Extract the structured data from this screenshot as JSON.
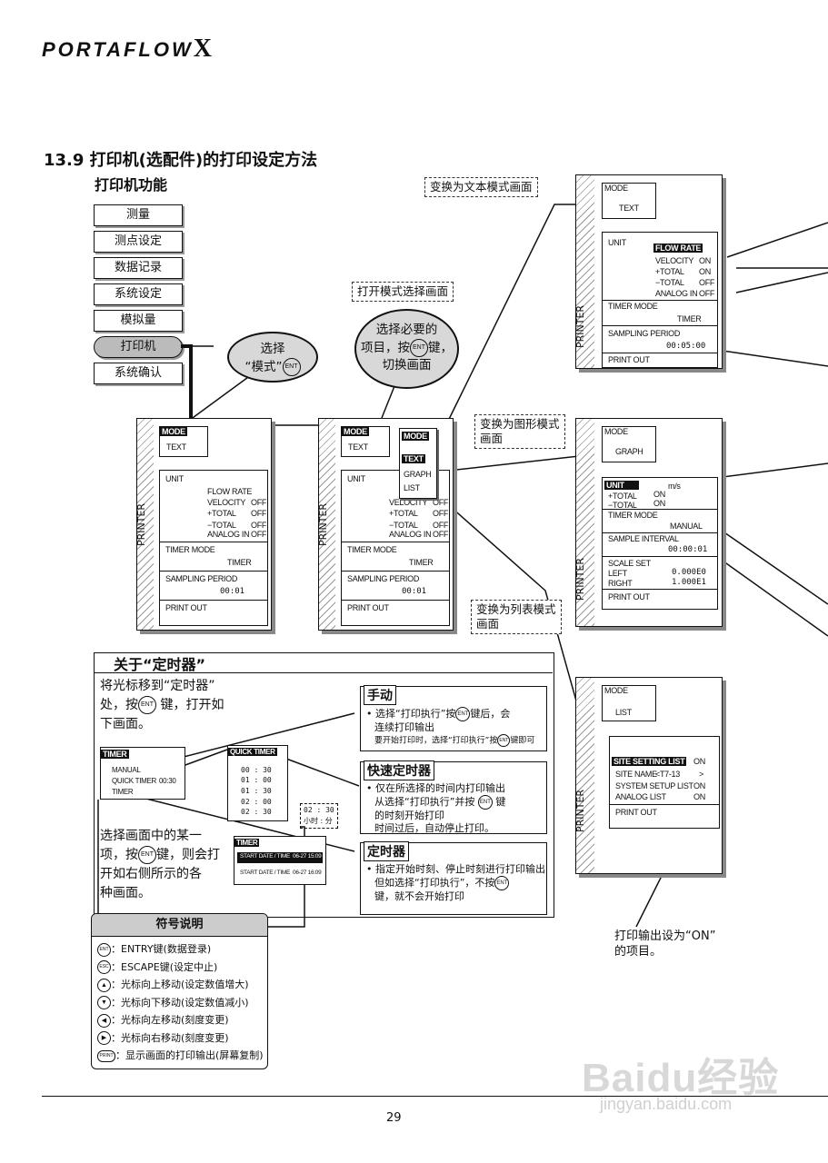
{
  "header": {
    "logo": "PORTAFLOW",
    "logo_x": "X"
  },
  "section": {
    "title": "13.9  打印机(选配件)的打印设定方法",
    "subtitle": "打印机功能"
  },
  "menu": [
    "测量",
    "测点设定",
    "数据记录",
    "系统设定",
    "模拟量",
    "打印机",
    "系统确认"
  ],
  "callouts": {
    "select_mode_1": "选择",
    "select_mode_2": "“模式”",
    "open_mode_select": "打开模式选择画面",
    "select_item_1": "选择必要的",
    "select_item_2": "项目，按",
    "select_item_3": "键，",
    "select_item_4": "切换画面",
    "to_text": "变换为文本模式画面",
    "to_graph_1": "变换为图形模式",
    "to_graph_2": "画面",
    "to_list_1": "变换为列表模式",
    "to_list_2": "画面",
    "print_on_1": "打印输出设为“ON”",
    "print_on_2": "的项目。"
  },
  "keys": {
    "ent": "ENT",
    "esc": "ESC",
    "print": "PRINT"
  },
  "printer_screen": {
    "side": "PRINTER",
    "mode": "MODE",
    "text": "TEXT",
    "unit": "UNIT",
    "flow_rate": "FLOW RATE",
    "velocity": "VELOCITY",
    "plus_total": "+TOTAL",
    "minus_total": "−TOTAL",
    "analog_in": "ANALOG IN",
    "off": "OFF",
    "on": "ON",
    "timer_mode": "TIMER MODE",
    "timer": "TIMER",
    "sampling_period": "SAMPLING PERIOD",
    "period_short": "00:01",
    "period_long": "00:05:00",
    "print_out": "PRINT OUT",
    "popup": [
      "MODE",
      "TEXT",
      "GRAPH",
      "LIST"
    ]
  },
  "graph_screen": {
    "mode": "MODE",
    "graph": "GRAPH",
    "unit": "UNIT",
    "unit_val": "m/s",
    "plus_total": "+TOTAL",
    "minus_total": "−TOTAL",
    "on": "ON",
    "timer_mode": "TIMER MODE",
    "manual": "MANUAL",
    "sample_interval": "SAMPLE INTERVAL",
    "interval": "00:00:01",
    "scale_set": "SCALE SET",
    "left": "LEFT",
    "left_val": "0.000E0",
    "right": "RIGHT",
    "right_val": "1.000E1",
    "print_out": "PRINT OUT"
  },
  "list_screen": {
    "mode": "MODE",
    "list": "LIST",
    "site_setting_list": "SITE SETTING LIST",
    "site_name": "SITE NAME",
    "site_name_val": "<T7-13",
    "arrow": ">",
    "system_setup_list": "SYSTEM SETUP LIST",
    "analog_list": "ANALOG LIST",
    "on": "ON",
    "print_out": "PRINT OUT"
  },
  "timer_section": {
    "title": "关于“定时器”",
    "intro_1": "将光标移到“定时器”",
    "intro_2": "处，按",
    "intro_3": "键，打开如",
    "intro_4": "下画面。",
    "timer_box": {
      "title": "TIMER",
      "manual": "MANUAL",
      "quick": "QUICK TIMER",
      "quick_val": "00:30",
      "timer": "TIMER"
    },
    "quick_box": {
      "title": "QUICK TIMER",
      "values": [
        "00 : 30",
        "01 : 00",
        "01 : 30",
        "02 : 00",
        "02 : 30"
      ],
      "note_val": "02 : 30",
      "note_unit": "小时 : 分"
    },
    "timer2_box": {
      "title": "TIMER",
      "row1_label": "START DATE / TIME",
      "row1_val": "06-27  15:09",
      "row2_label": "START DATE / TIME",
      "row2_val": "06-27  16:09"
    },
    "select_1": "选择画面中的某一",
    "select_2": "项，按",
    "select_3": "键，则会打",
    "select_4": "开如右侧所示的各",
    "select_5": "种画面。",
    "manual": {
      "title": "手动",
      "line1a": "选择“打印执行”按",
      "line1b": "键后，会",
      "line2": "连续打印输出",
      "line3a": "要开始打印时，选择“打印执行”按",
      "line3b": "键即可"
    },
    "quick": {
      "title": "快速定时器",
      "line1": "仅在所选择的时间内打印输出",
      "line2a": "从选择“打印执行”并按",
      "line2b": "键",
      "line3": "的时刻开始打印",
      "line4": "时间过后，自动停止打印。"
    },
    "timer": {
      "title": "定时器",
      "line1": "指定开始时刻、停止时刻进行打印输出",
      "line2a": "但如选择“打印执行”，不按",
      "line3": "键，就不会开始打印"
    }
  },
  "legend": {
    "title": "符号说明",
    "items": [
      {
        "key": "ENT",
        "text": "：ENTRY键(数据登录)"
      },
      {
        "key": "ESC",
        "text": "：ESCAPE键(设定中止)"
      },
      {
        "key": "▲",
        "text": "：光标向上移动(设定数值增大)"
      },
      {
        "key": "▼",
        "text": "：光标向下移动(设定数值减小)"
      },
      {
        "key": "◀",
        "text": "：光标向左移动(刻度变更)"
      },
      {
        "key": "▶",
        "text": "：光标向右移动(刻度变更)"
      },
      {
        "key": "PRINT",
        "text": "：显示画面的打印输出(屏幕复制)"
      }
    ]
  },
  "footer": {
    "page": "29",
    "watermark": "Baidu经验",
    "watermark_url": "jingyan.baidu.com"
  }
}
